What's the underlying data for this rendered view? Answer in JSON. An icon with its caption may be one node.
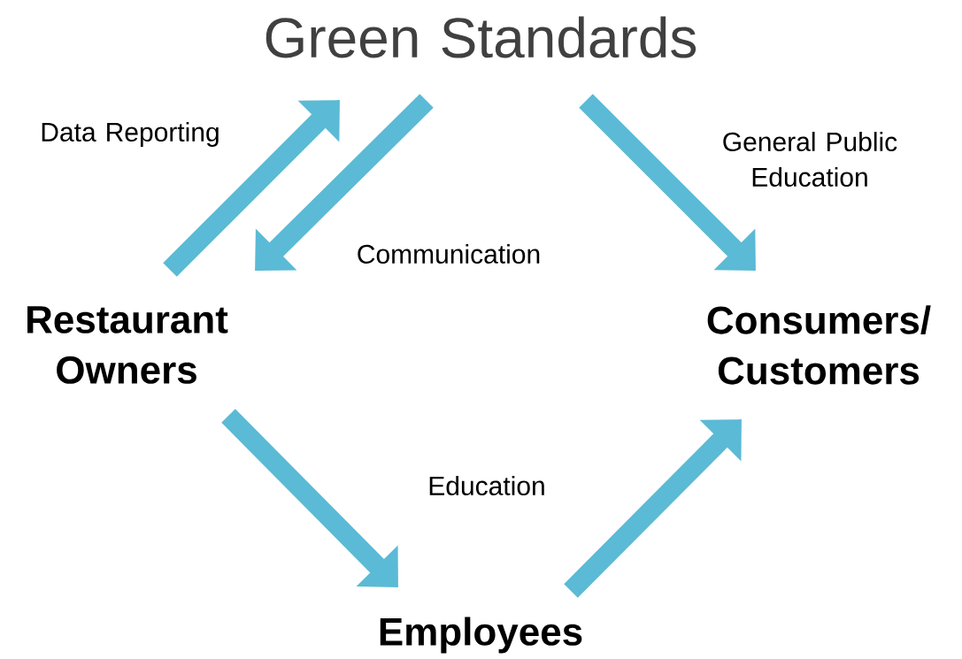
{
  "diagram": {
    "nodes": [
      {
        "text": [
          "Green Standards"
        ]
      },
      {
        "text": [
          "Restaurant Owners"
        ]
      },
      {
        "text": [
          "Consumers/ Customers"
        ]
      },
      {
        "text": [
          "Employees"
        ]
      }
    ],
    "edges": [
      {
        "from": 1,
        "to": 0,
        "arrow": "to",
        "label": "Data Reporting"
      },
      {
        "from": 0,
        "to": 1,
        "arrow": "to",
        "label": "Communication"
      },
      {
        "from": 0,
        "to": 2,
        "arrow": "to",
        "label": "General Public Education"
      },
      {
        "from": 1,
        "to": 3,
        "arrow": "to",
        "label": "Education"
      },
      {
        "from": 3,
        "to": 2,
        "arrow": "to"
      }
    ]
  }
}
